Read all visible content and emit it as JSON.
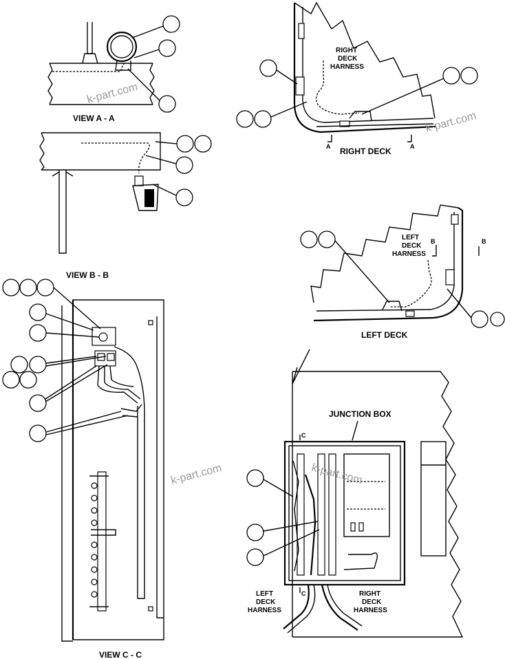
{
  "views": {
    "view_a": "VIEW  A - A",
    "view_b": "VIEW  B - B",
    "view_c": "VIEW  C - C"
  },
  "labels": {
    "right_deck_harness": [
      "RIGHT",
      "DECK",
      "HARNESS"
    ],
    "right_deck": "RIGHT DECK",
    "left_deck_harness": [
      "LEFT",
      "DECK",
      "HARNESS"
    ],
    "left_deck": "LEFT DECK",
    "junction_box": "JUNCTION BOX",
    "jb_left_harness": [
      "LEFT",
      "DECK",
      "HARNESS"
    ],
    "jb_right_harness": [
      "RIGHT",
      "DECK",
      "HARNESS"
    ],
    "section_a": "A",
    "section_b": "B",
    "section_c": "C"
  },
  "watermark": "k-part.com"
}
